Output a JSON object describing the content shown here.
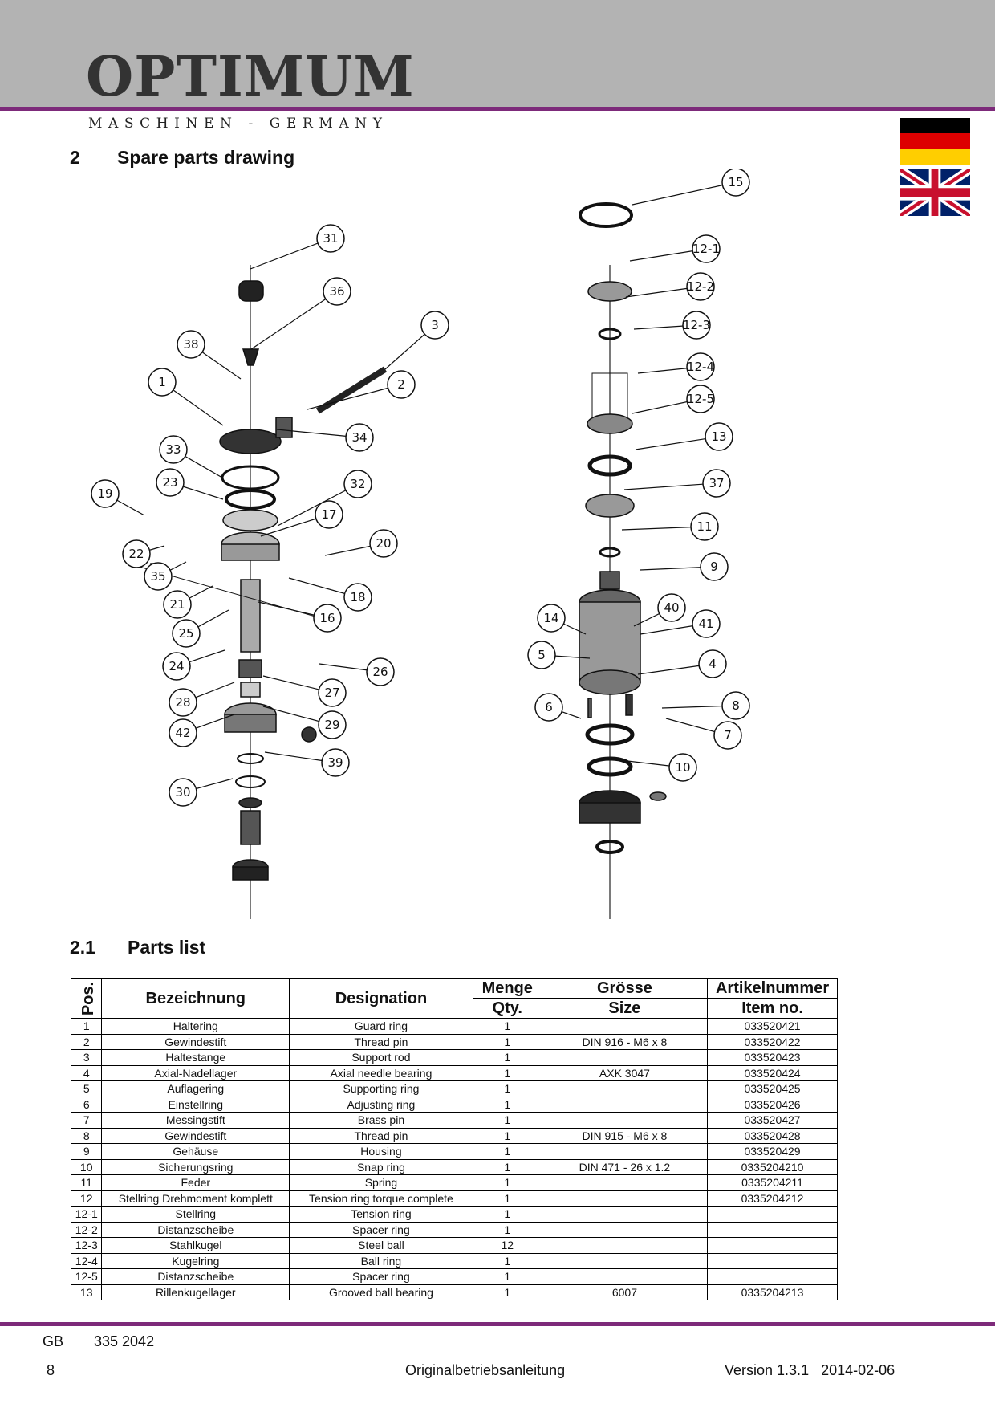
{
  "header": {
    "logo": "OPTIMUM",
    "logo_sub": "MASCHINEN - GERMANY",
    "flags": [
      "flag-de-icon",
      "flag-gb-icon"
    ]
  },
  "section_drawing": {
    "number": "2",
    "title": "Spare parts drawing"
  },
  "callouts_left": [
    "31",
    "36",
    "3",
    "38",
    "1",
    "2",
    "34",
    "33",
    "23",
    "32",
    "19",
    "17",
    "20",
    "22",
    "35",
    "18",
    "21",
    "16",
    "25",
    "24",
    "26",
    "27",
    "28",
    "29",
    "42",
    "39",
    "30"
  ],
  "callouts_right": [
    "15",
    "12-1",
    "12-2",
    "12-3",
    "12-4",
    "12-5",
    "13",
    "37",
    "11",
    "9",
    "40",
    "14",
    "41",
    "5",
    "4",
    "6",
    "8",
    "7",
    "10"
  ],
  "section_parts": {
    "number": "2.1",
    "title": "Parts list"
  },
  "table": {
    "headers": {
      "pos": "Pos.",
      "bezeichnung": "Bezeichnung",
      "designation": "Designation",
      "menge": "Menge",
      "qty": "Qty.",
      "groesse": "Grösse",
      "size": "Size",
      "artikelnummer": "Artikelnummer",
      "item_no": "Item no."
    },
    "rows": [
      [
        "1",
        "Haltering",
        "Guard ring",
        "1",
        "",
        "033520421"
      ],
      [
        "2",
        "Gewindestift",
        "Thread pin",
        "1",
        "DIN 916 - M6  x  8",
        "033520422"
      ],
      [
        "3",
        "Haltestange",
        "Support rod",
        "1",
        "",
        "033520423"
      ],
      [
        "4",
        "Axial-Nadellager",
        "Axial needle bearing",
        "1",
        "AXK 3047",
        "033520424"
      ],
      [
        "5",
        "Auflagering",
        "Supporting ring",
        "1",
        "",
        "033520425"
      ],
      [
        "6",
        "Einstellring",
        "Adjusting ring",
        "1",
        "",
        "033520426"
      ],
      [
        "7",
        "Messingstift",
        "Brass pin",
        "1",
        "",
        "033520427"
      ],
      [
        "8",
        "Gewindestift",
        "Thread pin",
        "1",
        "DIN 915 - M6 x 8",
        "033520428"
      ],
      [
        "9",
        "Gehäuse",
        "Housing",
        "1",
        "",
        "033520429"
      ],
      [
        "10",
        "Sicherungsring",
        "Snap ring",
        "1",
        "DIN 471 - 26 x 1.2",
        "0335204210"
      ],
      [
        "11",
        "Feder",
        "Spring",
        "1",
        "",
        "0335204211"
      ],
      [
        "12",
        "Stellring Drehmoment komplett",
        "Tension ring torque complete",
        "1",
        "",
        "0335204212"
      ],
      [
        "12-1",
        "Stellring",
        "Tension ring",
        "1",
        "",
        ""
      ],
      [
        "12-2",
        "Distanzscheibe",
        "Spacer ring",
        "1",
        "",
        ""
      ],
      [
        "12-3",
        "Stahlkugel",
        "Steel ball",
        "12",
        "",
        ""
      ],
      [
        "12-4",
        "Kugelring",
        "Ball ring",
        "1",
        "",
        ""
      ],
      [
        "12-5",
        "Distanzscheibe",
        "Spacer ring",
        "1",
        "",
        ""
      ],
      [
        "13",
        "Rillenkugellager",
        "Grooved ball bearing",
        "1",
        "6007",
        "0335204213"
      ]
    ]
  },
  "footer": {
    "lang": "GB",
    "doc_no": "335 2042",
    "page": "8",
    "center": "Originalbetriebsanleitung",
    "version": "Version 1.3.1   2014-02-06"
  }
}
